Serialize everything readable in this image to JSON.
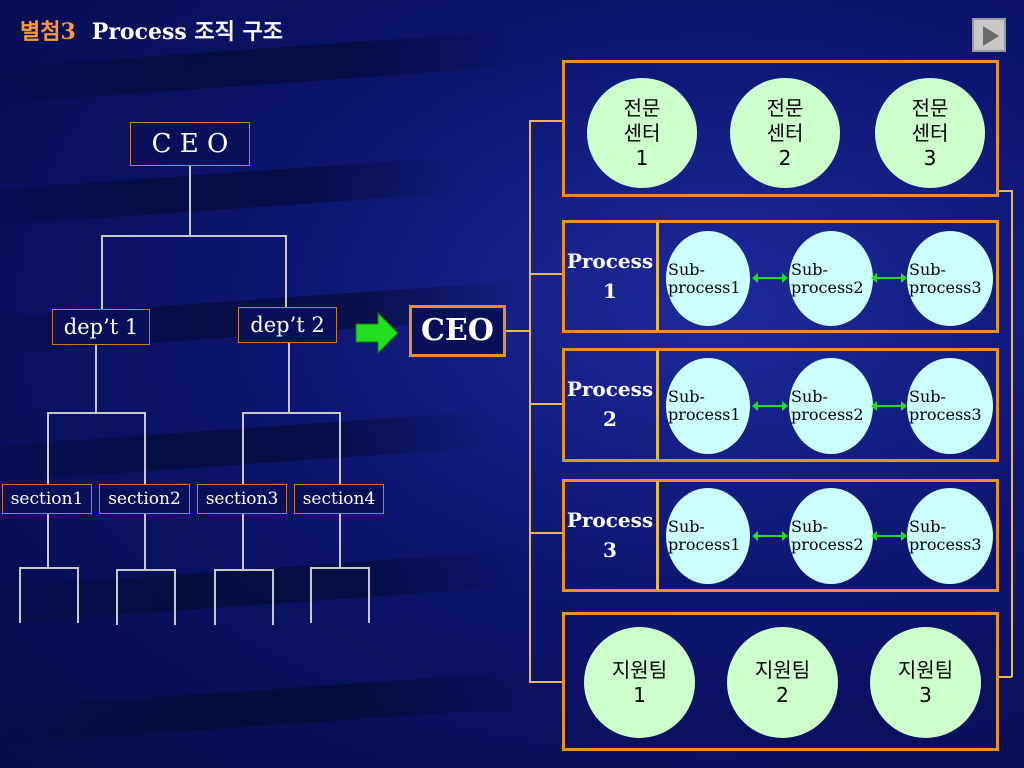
{
  "title": {
    "label": "별첨3",
    "text": "Process 조직 구조"
  },
  "nav": {
    "icon": "play-next-icon"
  },
  "colors": {
    "accent": "#ff9a3c",
    "box_border": "#e8902a",
    "center_fill": "#ccffcc",
    "sub_fill": "#ccffff",
    "arrow": "#22dd22"
  },
  "left_chart": {
    "ceo": "C E O",
    "depts": [
      "dep’t 1",
      "dep’t 2"
    ],
    "sections": [
      "section1",
      "section2",
      "section3",
      "section4"
    ]
  },
  "center_ceo": "CEO",
  "expert_centers": [
    {
      "l1": "전문",
      "l2": "센터",
      "num": "1"
    },
    {
      "l1": "전문",
      "l2": "센터",
      "num": "2"
    },
    {
      "l1": "전문",
      "l2": "센터",
      "num": "3"
    }
  ],
  "processes": [
    {
      "name": "Process",
      "num": "1",
      "subs": [
        {
          "a": "Sub-",
          "b": "process1"
        },
        {
          "a": "Sub-",
          "b": "process2"
        },
        {
          "a": "Sub-",
          "b": "process3"
        }
      ]
    },
    {
      "name": "Process",
      "num": "2",
      "subs": [
        {
          "a": "Sub-",
          "b": "process1"
        },
        {
          "a": "Sub-",
          "b": "process2"
        },
        {
          "a": "Sub-",
          "b": "process3"
        }
      ]
    },
    {
      "name": "Process",
      "num": "3",
      "subs": [
        {
          "a": "Sub-",
          "b": "process1"
        },
        {
          "a": "Sub-",
          "b": "process2"
        },
        {
          "a": "Sub-",
          "b": "process3"
        }
      ]
    }
  ],
  "support_teams": [
    {
      "name": "지원팀",
      "num": "1"
    },
    {
      "name": "지원팀",
      "num": "2"
    },
    {
      "name": "지원팀",
      "num": "3"
    }
  ]
}
